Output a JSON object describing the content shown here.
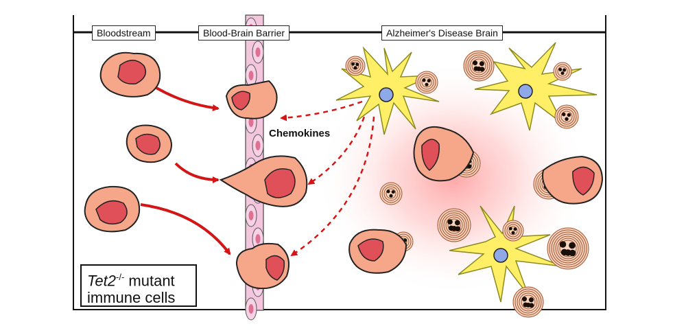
{
  "regions": {
    "bloodstream": "Bloodstream",
    "bbb": "Blood-Brain Barrier",
    "ad_brain": "Alzheimer's Disease Brain"
  },
  "annotations": {
    "chemokines": "Chemokines"
  },
  "legend": {
    "gene": "Tet2",
    "superscript": "-/-",
    "line1_suffix": " mutant",
    "line2": "immune cells"
  },
  "colors": {
    "immune_cell_fill": "#f6a78a",
    "immune_cell_nucleus": "#e05058",
    "microglia_fill": "#ffef66",
    "microglia_nucleus": "#8fa8e8",
    "plaque": "#a0522d",
    "arrow": "#d41515",
    "vessel": "#f4c6de",
    "inflammation_glow": "#ff8a8a"
  }
}
